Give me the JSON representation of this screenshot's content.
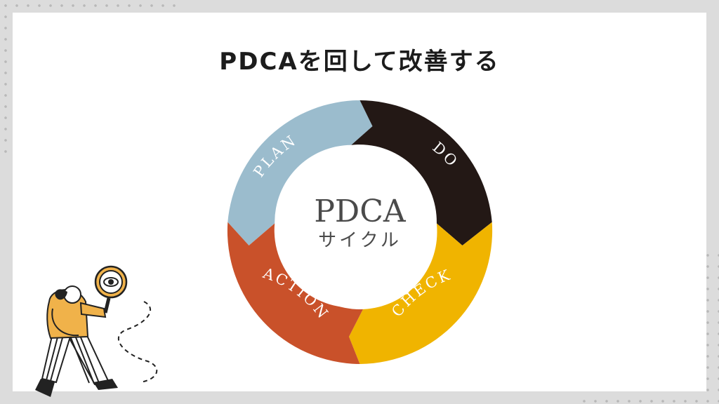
{
  "title": "PDCAを回して改善する",
  "center": {
    "title": "PDCA",
    "subtitle": "サイクル"
  },
  "segments": [
    {
      "label": "PLAN",
      "color": "#9bbccd"
    },
    {
      "label": "DO",
      "color": "#231815"
    },
    {
      "label": "CHECK",
      "color": "#f0b400"
    },
    {
      "label": "ACTION",
      "color": "#c9512a"
    }
  ],
  "colors": {
    "background": "#dcdcdc",
    "card": "#ffffff",
    "text": "#1c1c1c"
  },
  "illustration": {
    "icon": "person-with-magnifying-glass-icon"
  }
}
